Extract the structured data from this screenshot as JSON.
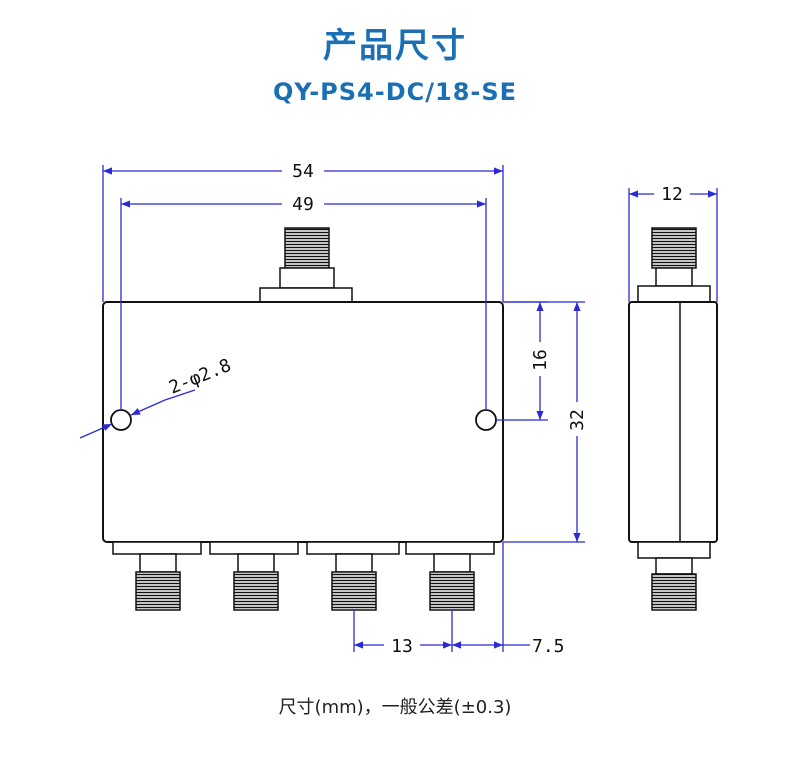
{
  "header": {
    "title": "产品尺寸",
    "model": "QY-PS4-DC/18-SE"
  },
  "dimensions": {
    "overall_width": "54",
    "hole_spacing": "49",
    "hole_label": "2-φ2.8",
    "hole_offset": "16",
    "body_height": "32",
    "port_pitch": "13",
    "edge_offset": "7.5",
    "side_thickness": "12"
  },
  "footer": {
    "note": "尺寸(mm)，一般公差(±0.3)"
  },
  "colors": {
    "brand": "#1a6fb5",
    "dimension_line": "#2b2bd6",
    "outline": "#111111"
  }
}
